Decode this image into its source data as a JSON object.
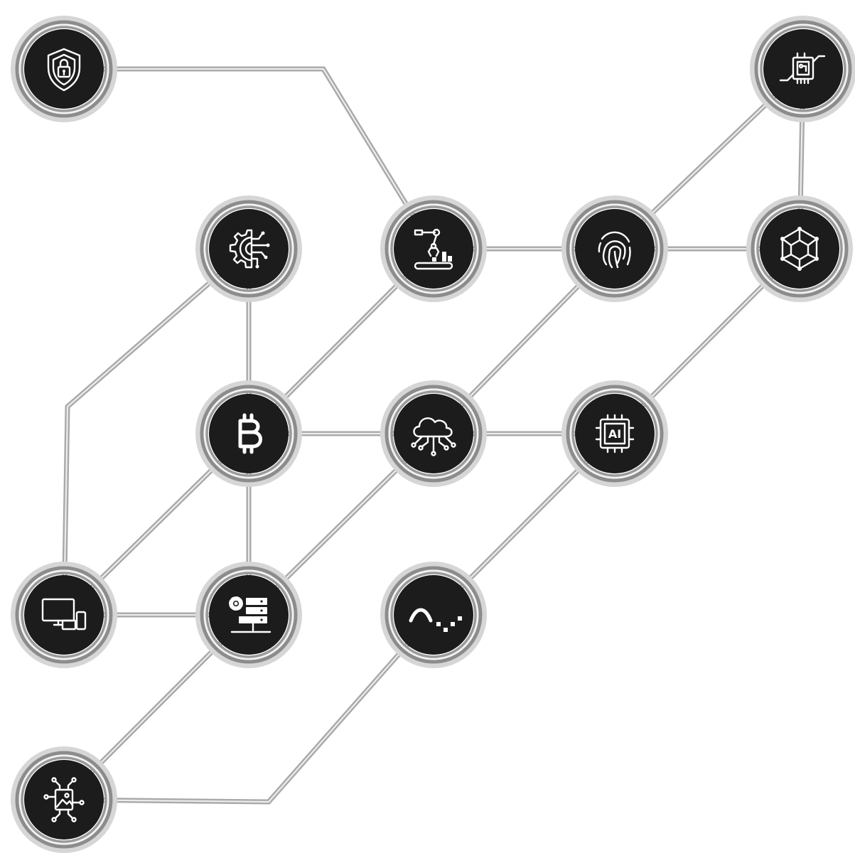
{
  "diagram": {
    "nodes": [
      {
        "id": "security",
        "icon": "shield-lock-icon"
      },
      {
        "id": "chip-top",
        "icon": "processor-chip-icon"
      },
      {
        "id": "gear-brain",
        "icon": "gear-circuit-icon"
      },
      {
        "id": "robot-arm",
        "icon": "robotic-arm-icon"
      },
      {
        "id": "fingerprint",
        "icon": "fingerprint-icon"
      },
      {
        "id": "cube",
        "icon": "network-cube-icon"
      },
      {
        "id": "bitcoin",
        "icon": "bitcoin-icon"
      },
      {
        "id": "cloud",
        "icon": "cloud-network-icon"
      },
      {
        "id": "ai-chip",
        "icon": "ai-chip-icon",
        "label": "AI"
      },
      {
        "id": "devices",
        "icon": "devices-icon"
      },
      {
        "id": "server",
        "icon": "server-gear-icon"
      },
      {
        "id": "wave",
        "icon": "signal-wave-icon"
      },
      {
        "id": "image-circuit",
        "icon": "image-circuit-icon"
      }
    ],
    "edges": [
      [
        "security",
        "robot-arm"
      ],
      [
        "chip-top",
        "fingerprint"
      ],
      [
        "chip-top",
        "cube"
      ],
      [
        "robot-arm",
        "fingerprint"
      ],
      [
        "fingerprint",
        "cube"
      ],
      [
        "gear-brain",
        "bitcoin"
      ],
      [
        "gear-brain",
        "devices"
      ],
      [
        "robot-arm",
        "bitcoin"
      ],
      [
        "fingerprint",
        "cloud"
      ],
      [
        "cube",
        "ai-chip"
      ],
      [
        "bitcoin",
        "cloud"
      ],
      [
        "cloud",
        "ai-chip"
      ],
      [
        "bitcoin",
        "devices"
      ],
      [
        "bitcoin",
        "server"
      ],
      [
        "cloud",
        "server"
      ],
      [
        "ai-chip",
        "wave"
      ],
      [
        "devices",
        "server"
      ],
      [
        "server",
        "image-circuit"
      ],
      [
        "wave",
        "image-circuit"
      ]
    ],
    "colors": {
      "background": "#ffffff",
      "node_fill": "#1c1c1c",
      "icon": "#ffffff",
      "connector": "#a9a9a9"
    }
  }
}
